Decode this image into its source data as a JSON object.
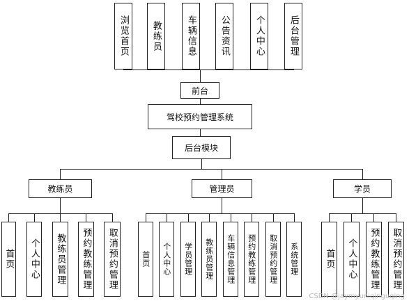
{
  "diagram": {
    "frontend_modules": [
      {
        "label": "浏览首页"
      },
      {
        "label": "教练员"
      },
      {
        "label": "车辆信息"
      },
      {
        "label": "公告资讯"
      },
      {
        "label": "个人中心"
      },
      {
        "label": "后台管理"
      }
    ],
    "front_label": "前台",
    "system_label": "驾校预约管理系统",
    "backend_label": "后台模块",
    "roles": [
      {
        "label": "教练员",
        "modules": [
          {
            "label": "首页"
          },
          {
            "label": "个人中心"
          },
          {
            "label": "教练员管理"
          },
          {
            "label": "预约教练管理"
          },
          {
            "label": "取消预约管理"
          }
        ]
      },
      {
        "label": "管理员",
        "modules": [
          {
            "label": "首页"
          },
          {
            "label": "个人中心"
          },
          {
            "label": "学员管理"
          },
          {
            "label": "教练员管理"
          },
          {
            "label": "车辆信息管理"
          },
          {
            "label": "预约教练管理"
          },
          {
            "label": "取消预约管理"
          },
          {
            "label": "系统管理"
          }
        ]
      },
      {
        "label": "学员",
        "modules": [
          {
            "label": "首页"
          },
          {
            "label": "个人中心"
          },
          {
            "label": "预约教练管理"
          },
          {
            "label": "取消预约管理"
          }
        ]
      }
    ],
    "watermark": "CSDN @jaymyuniqinguqing"
  }
}
